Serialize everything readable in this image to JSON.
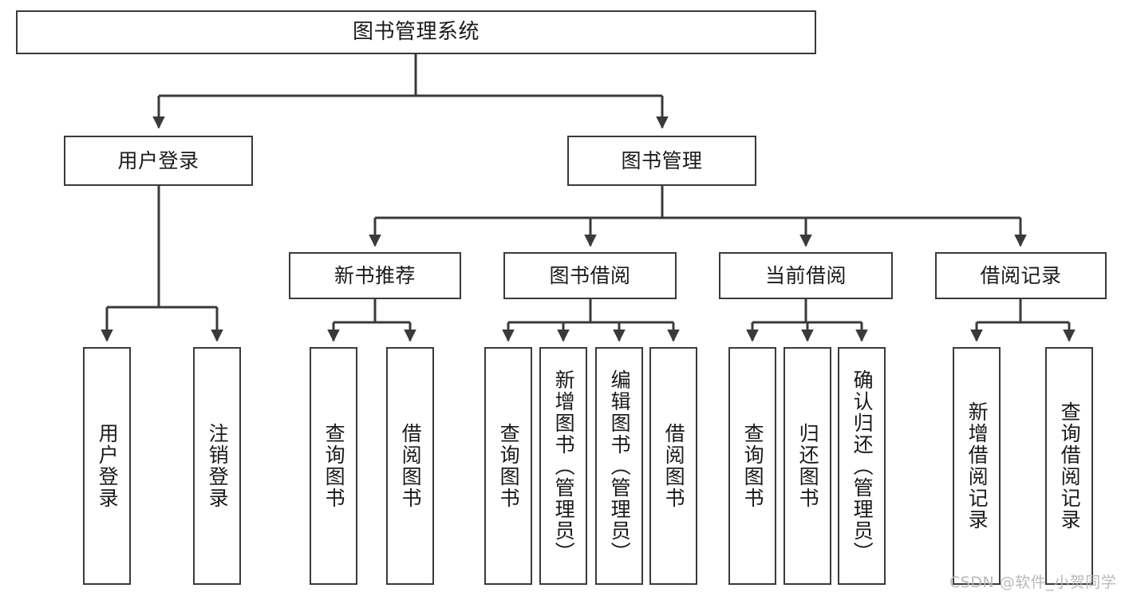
{
  "diagram": {
    "title": "图书管理系统",
    "type": "hierarchy-tree",
    "root": {
      "label": "图书管理系统"
    },
    "level2": [
      {
        "label": "用户登录"
      },
      {
        "label": "图书管理"
      }
    ],
    "level3": [
      {
        "label": "新书推荐"
      },
      {
        "label": "图书借阅"
      },
      {
        "label": "当前借阅"
      },
      {
        "label": "借阅记录"
      }
    ],
    "leaves_user_login": [
      {
        "label": "用户登录"
      },
      {
        "label": "注销登录"
      }
    ],
    "leaves_new_book": [
      {
        "label": "查询图书"
      },
      {
        "label": "借阅图书"
      }
    ],
    "leaves_borrow": [
      {
        "label": "查询图书"
      },
      {
        "label": "新增图书（管理员）"
      },
      {
        "label": "编辑图书（管理员）"
      },
      {
        "label": "借阅图书"
      }
    ],
    "leaves_current": [
      {
        "label": "查询图书"
      },
      {
        "label": "归还图书"
      },
      {
        "label": "确认归还（管理员）"
      }
    ],
    "leaves_record": [
      {
        "label": "新增借阅记录"
      },
      {
        "label": "查询借阅记录"
      }
    ],
    "watermark": "CSDN @软件_小贺同学",
    "colors": {
      "border": "#3a3a3a",
      "text": "#1a1a1a",
      "background": "#ffffff",
      "watermark": "#b9b9b9"
    }
  }
}
